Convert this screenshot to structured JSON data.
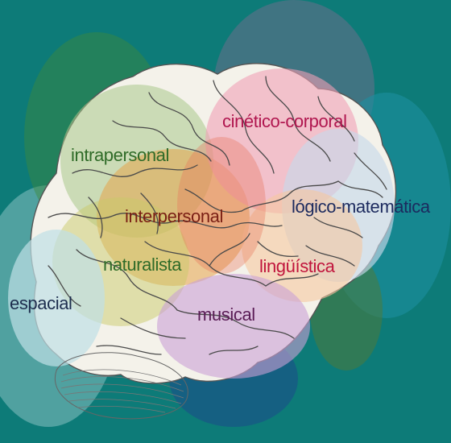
{
  "colors": {
    "background": "#0d7b78",
    "intrapersonal": "#2f6b28",
    "interpersonal": "#7a1f14",
    "naturalista": "#2f6b28",
    "espacial": "#1d2d4e",
    "musical": "#5a1d56",
    "linguistica": "#c0143c",
    "logico_matematica": "#1c2a5e",
    "cinetico_corporal": "#b0164f"
  },
  "labels": {
    "intrapersonal": "intrapersonal",
    "interpersonal": "interpersonal",
    "naturalista": "naturalista",
    "espacial": "espacial",
    "musical": "musical",
    "linguistica": "lingüística",
    "logico_matematica": "lógico-matemática",
    "cinetico_corporal": "cinético-corporal"
  }
}
